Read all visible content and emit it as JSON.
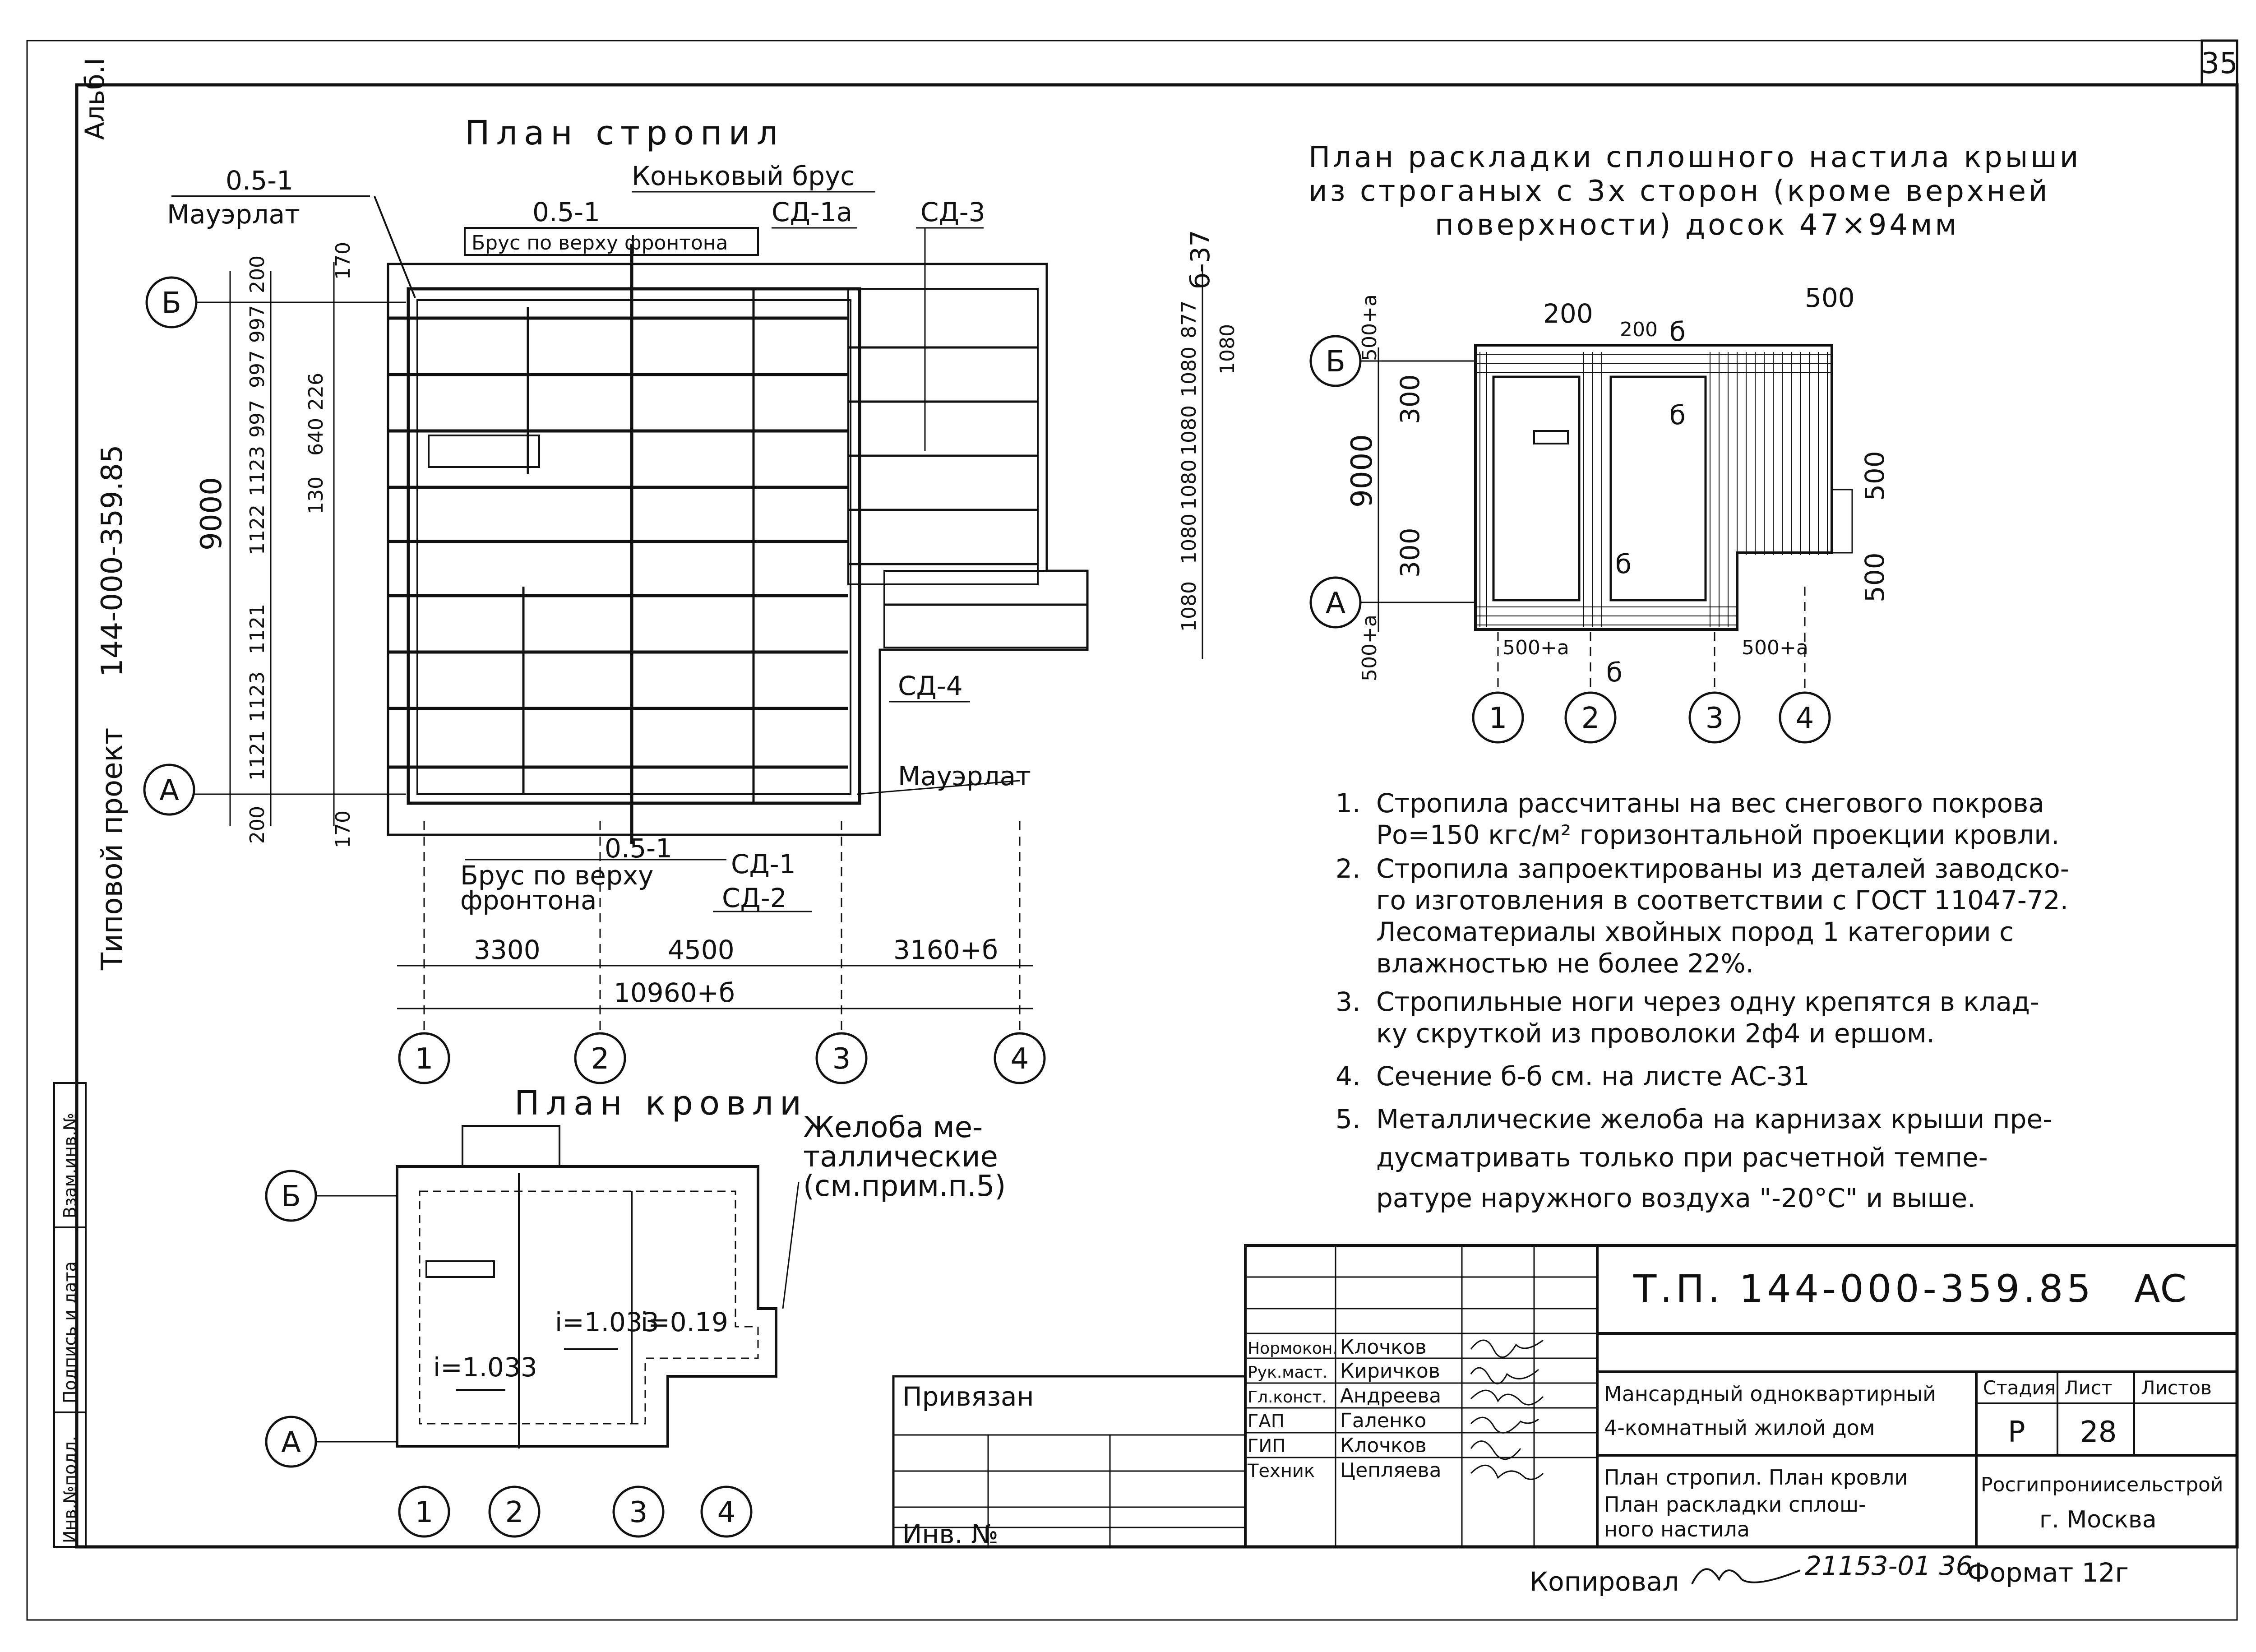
{
  "sheet_number": "35",
  "left_margin": {
    "album": "Альб.I",
    "project_label": "Типовой проект",
    "project_code": "144-000-359.85",
    "inv_fields": [
      "Инв.№подл.",
      "Подпись и дата",
      "Взам.инв.№"
    ]
  },
  "rafter_plan": {
    "title": "План стропил",
    "labels": {
      "mauerlat_top": "0.5-1",
      "mauerlat_word": "Мауэрлат",
      "ridge_beam": "Коньковый брус",
      "gable_beam_top": "0.5-1",
      "gable_beam_text": "Брус по верху фронтона",
      "sd1a": "СД-1а",
      "sd3": "СД-3",
      "sd4": "СД-4",
      "mauerlat_right": "Мауэрлат",
      "gable_beam_bottom": "0.5-1",
      "gable_beam_bottom_line1": "Брус по верху",
      "gable_beam_bottom_line2": "фронтона",
      "sd1": "СД-1",
      "sd2": "СД-2"
    },
    "axes_rows": [
      "Б",
      "А"
    ],
    "axes_cols": [
      "1",
      "2",
      "3",
      "4"
    ],
    "dims_left": [
      "200",
      "9000",
      "200"
    ],
    "dims_left_inner": [
      "1121",
      "1123",
      "1121",
      "1122",
      "1123",
      "997",
      "997",
      "997"
    ],
    "dims_small": [
      "170",
      "170",
      "130",
      "640",
      "226"
    ],
    "dims_right": [
      "1080",
      "1080",
      "1080",
      "1080",
      "1080",
      "877",
      "1080"
    ],
    "section_label": "б-37",
    "dims_bottom": [
      "3300",
      "4500",
      "3160+б",
      "10960+б"
    ]
  },
  "roof_plan": {
    "title": "План кровли",
    "gutter_note": [
      "Желоба ме-",
      "таллические",
      "(см.прим.п.5)"
    ],
    "slopes": [
      "i=1.033",
      "i=1.033",
      "i=0.19"
    ],
    "axes_rows": [
      "Б",
      "А"
    ],
    "axes_cols": [
      "1",
      "2",
      "3",
      "4"
    ]
  },
  "deck_plan": {
    "title_lines": [
      "План раскладки сплошного настила крыши",
      "из строганых с 3х сторон (кроме верхней",
      "поверхности) досок 47×94мм"
    ],
    "axes_rows": [
      "Б",
      "А"
    ],
    "axes_cols": [
      "1",
      "2",
      "3",
      "4"
    ],
    "dims": [
      "200",
      "200",
      "500",
      "500+а",
      "300",
      "9000",
      "300",
      "500+а",
      "500+а",
      "500+а",
      "500",
      "500"
    ],
    "section_marks": [
      "б",
      "б",
      "б",
      "б"
    ]
  },
  "notes": [
    [
      "1.",
      "Стропила рассчитаны на вес снегового покрова",
      "Ро=150 кгс/м² горизонтальной проекции кровли."
    ],
    [
      "2.",
      "Стропила запроектированы из деталей заводско-",
      "го изготовления в соответствии с ГОСТ 11047-72.",
      "Лесоматериалы хвойных пород 1 категории с",
      "влажностью не более 22%."
    ],
    [
      "3.",
      "Стропильные ноги через одну крепятся в клад-",
      "ку скруткой из проволоки 2ф4 и ершом."
    ],
    [
      "4.",
      "Сечение б-б см. на листе АС-31"
    ],
    [
      "5.",
      "Металлические желоба на карнизах крыши пре-",
      "дусматривать только при расчетной темпе-",
      "ратуре наружного воздуха \"-20°С\" и выше."
    ]
  ],
  "title_block": {
    "privyazan": "Привязан",
    "inv_no": "Инв. №",
    "project_code": "Т.П. 144-000-359.85",
    "section_code": "АС",
    "staff": [
      {
        "role": "Нормокон.",
        "name": "Клочков"
      },
      {
        "role": "Рук.маст.",
        "name": "Киричков"
      },
      {
        "role": "Гл.конст.",
        "name": "Андреева"
      },
      {
        "role": "ГАП",
        "name": "Галенко"
      },
      {
        "role": "ГИП",
        "name": "Клочков"
      },
      {
        "role": "Техник",
        "name": "Цепляева"
      }
    ],
    "building_line1": "Мансардный одноквартирный",
    "building_line2": "4-комнатный жилой дом",
    "stage_header": "Стадия",
    "sheet_header": "Лист",
    "sheets_header": "Листов",
    "stage": "Р",
    "sheet": "28",
    "sheets": "",
    "sheet_title_lines": [
      "План стропил. План кровли",
      "План раскладки сплош-",
      "ного настила"
    ],
    "org": "Росгипрониисельстрой",
    "city": "г. Москва"
  },
  "footer": {
    "copied": "Копировал",
    "code": "21153-01 36",
    "format": "Формат 12г"
  }
}
